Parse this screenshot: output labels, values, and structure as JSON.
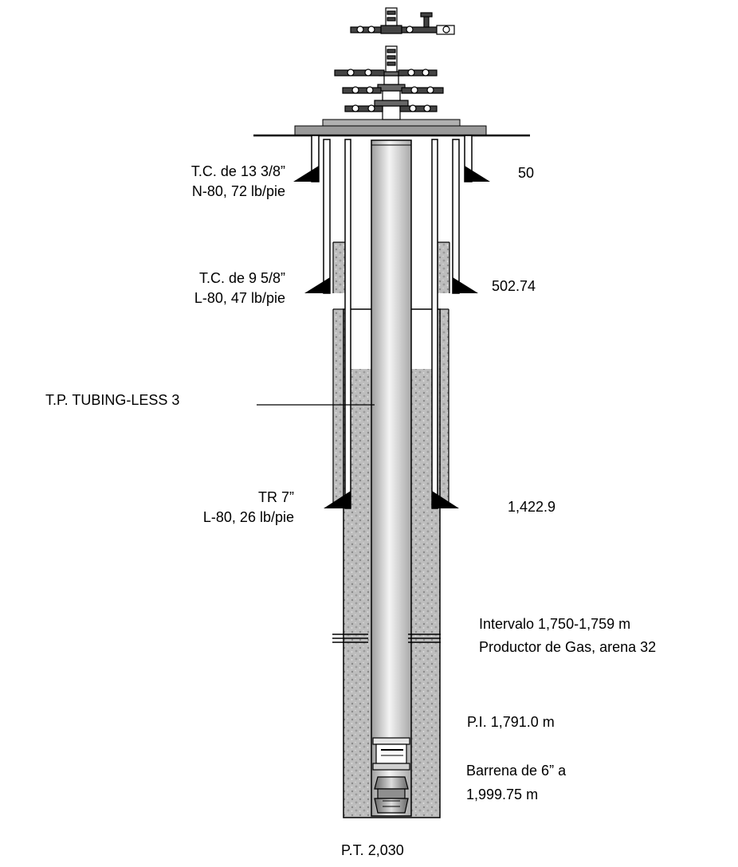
{
  "labels": {
    "casing_13": {
      "line1": "T.C. de 13 3/8”",
      "line2": "N-80, 72 lb/pie",
      "depth": "50"
    },
    "casing_9": {
      "line1": "T.C. de 9 5/8”",
      "line2": "L-80, 47 lb/pie",
      "depth": "502.74"
    },
    "tubing": "T.P.   TUBING-LESS 3",
    "casing_7": {
      "line1": "TR 7”",
      "line2": "L-80, 26 lb/pie",
      "depth": "1,422.9"
    },
    "interval": {
      "line1": "Intervalo 1,750-1,759 m",
      "line2": "Productor de Gas, arena 32"
    },
    "pi": "P.I. 1,791.0 m",
    "bit": {
      "line1": "Barrena de 6” a",
      "line2": "1,999.75 m"
    },
    "total_depth": "P.T. 2,030"
  },
  "colors": {
    "cement": "#b9b9b9",
    "steel": "#000000",
    "tubing": "#d4d4d4",
    "flange": "#9a9a9a"
  }
}
